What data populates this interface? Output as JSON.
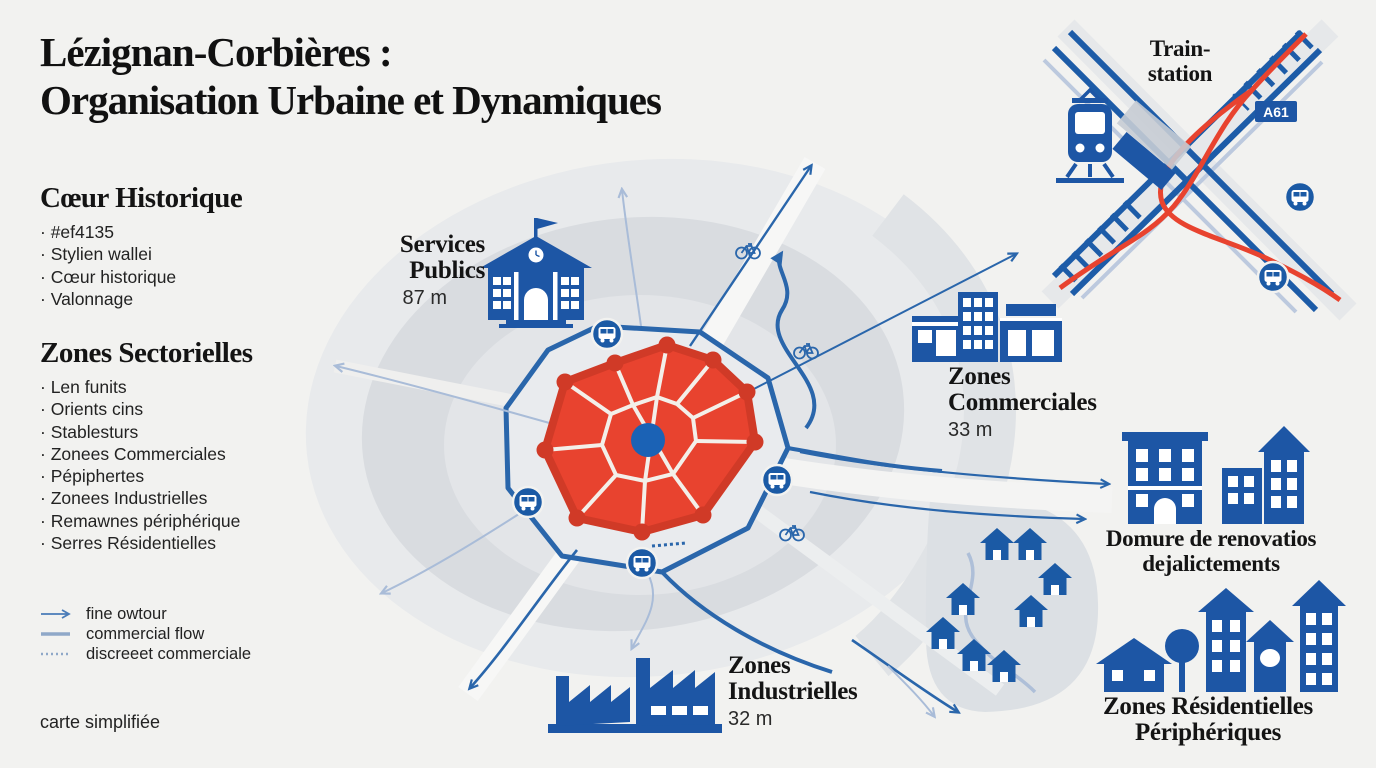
{
  "title": {
    "line1": "Lézignan-Corbières :",
    "line2": "Organisation Urbaine et Dynamiques"
  },
  "coeur_historique": {
    "heading": "Cœur Historique",
    "items": [
      "#ef4135",
      "Stylien wallei",
      "Cœur historique",
      "Valonnage"
    ]
  },
  "zones_sectorielles": {
    "heading": "Zones Sectorielles",
    "items": [
      "Len funits",
      "Orients cins",
      "Stablesturs",
      "Zonees Commerciales",
      "Pépiphertes",
      "Zonees Industrielles",
      "Remawnes périphérique",
      "Serres Résidentielles"
    ]
  },
  "legend": {
    "arrow_label": "fine owtour",
    "solid_label": "commercial flow",
    "dotted_label": "discreeet commerciale"
  },
  "footnote": "carte simplifiée",
  "callouts": {
    "services_publics": {
      "line1": "Services",
      "line2": "Publics",
      "value": "87 m"
    },
    "zones_commerciales": {
      "line1": "Zones",
      "line2": "Commerciales",
      "value": "33 m"
    },
    "zones_industrielles": {
      "line1": "Zones",
      "line2": "Industrielles",
      "value": "32 m"
    },
    "renovation": {
      "line1": "Domure de renovatios",
      "line2": "dejalictements"
    },
    "residentielles": {
      "line1": "Zones Résidentielles",
      "line2": "Périphériques"
    }
  },
  "train_station": {
    "line1": "Train-",
    "line2": "station",
    "badge": "A61"
  },
  "colors": {
    "primary_blue": "#1d56a5",
    "road_blue": "#2a66ab",
    "accent_red": "#e8432f",
    "wall_red": "#d03a27",
    "light_blue": "#a9bcd8",
    "background": "#f2f2f0"
  },
  "icons": {
    "train": "train-icon",
    "bus": "bus-icon",
    "bicycle": "bicycle-icon",
    "town_hall": "town-hall-icon",
    "shops": "shops-icon",
    "factory": "factory-icon",
    "apartments": "apartments-icon",
    "house": "house-icon",
    "tree": "tree-icon"
  }
}
